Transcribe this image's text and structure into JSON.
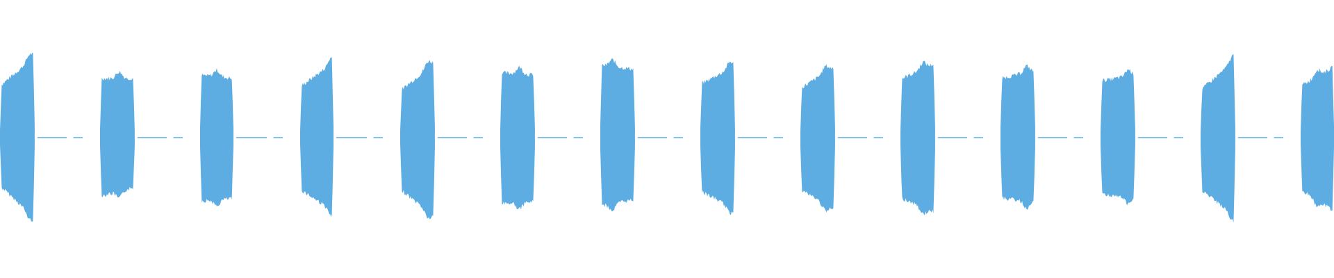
{
  "waveform": {
    "color": "#5dade2",
    "background": "#ffffff",
    "baseline": 0,
    "pattern": "burst-gap",
    "bursts": [
      {
        "start": 0.0,
        "end": 0.026,
        "top_left": 0.62,
        "top_right": 0.97,
        "bottom_left": 0.58,
        "bottom_right": 0.96,
        "peak_frac": 0.85
      },
      {
        "start": 0.075,
        "end": 0.101,
        "top_left": 0.71,
        "top_right": 0.71,
        "bottom_left": 0.7,
        "bottom_right": 0.6,
        "peak_frac": 0.55
      },
      {
        "start": 0.15,
        "end": 0.175,
        "top_left": 0.75,
        "top_right": 0.71,
        "bottom_left": 0.76,
        "bottom_right": 0.73,
        "peak_frac": 0.5
      },
      {
        "start": 0.225,
        "end": 0.25,
        "top_left": 0.61,
        "top_right": 0.9,
        "bottom_left": 0.62,
        "bottom_right": 0.88,
        "peak_frac": 0.92
      },
      {
        "start": 0.3,
        "end": 0.326,
        "top_left": 0.56,
        "top_right": 0.9,
        "bottom_left": 0.62,
        "bottom_right": 0.95,
        "peak_frac": 0.8
      },
      {
        "start": 0.375,
        "end": 0.401,
        "top_left": 0.78,
        "top_right": 0.75,
        "bottom_left": 0.79,
        "bottom_right": 0.77,
        "peak_frac": 0.55
      },
      {
        "start": 0.45,
        "end": 0.476,
        "top_left": 0.87,
        "top_right": 0.82,
        "bottom_left": 0.82,
        "bottom_right": 0.74,
        "peak_frac": 0.35
      },
      {
        "start": 0.525,
        "end": 0.551,
        "top_left": 0.64,
        "top_right": 0.86,
        "bottom_left": 0.64,
        "bottom_right": 0.86,
        "peak_frac": 0.85
      },
      {
        "start": 0.6,
        "end": 0.626,
        "top_left": 0.59,
        "top_right": 0.85,
        "bottom_left": 0.62,
        "bottom_right": 0.87,
        "peak_frac": 0.72
      },
      {
        "start": 0.675,
        "end": 0.701,
        "top_left": 0.7,
        "top_right": 0.89,
        "bottom_left": 0.72,
        "bottom_right": 0.9,
        "peak_frac": 0.65
      },
      {
        "start": 0.75,
        "end": 0.776,
        "top_left": 0.71,
        "top_right": 0.8,
        "bottom_left": 0.72,
        "bottom_right": 0.78,
        "peak_frac": 0.75
      },
      {
        "start": 0.825,
        "end": 0.851,
        "top_left": 0.68,
        "top_right": 0.75,
        "bottom_left": 0.68,
        "bottom_right": 0.73,
        "peak_frac": 0.8
      },
      {
        "start": 0.9,
        "end": 0.926,
        "top_left": 0.57,
        "top_right": 0.93,
        "bottom_left": 0.62,
        "bottom_right": 0.95,
        "peak_frac": 0.92
      },
      {
        "start": 0.975,
        "end": 1.0,
        "top_left": 0.62,
        "top_right": 0.85,
        "bottom_left": 0.62,
        "bottom_right": 0.88,
        "peak_frac": 0.5
      }
    ],
    "gap_dashes": [
      {
        "start": 0.028,
        "end": 0.05
      },
      {
        "start": 0.055,
        "end": 0.062
      },
      {
        "start": 0.103,
        "end": 0.125
      },
      {
        "start": 0.13,
        "end": 0.137
      },
      {
        "start": 0.177,
        "end": 0.2
      },
      {
        "start": 0.205,
        "end": 0.212
      },
      {
        "start": 0.252,
        "end": 0.275
      },
      {
        "start": 0.28,
        "end": 0.287
      },
      {
        "start": 0.328,
        "end": 0.35
      },
      {
        "start": 0.355,
        "end": 0.362
      },
      {
        "start": 0.403,
        "end": 0.425
      },
      {
        "start": 0.43,
        "end": 0.437
      },
      {
        "start": 0.478,
        "end": 0.5
      },
      {
        "start": 0.505,
        "end": 0.512
      },
      {
        "start": 0.553,
        "end": 0.575
      },
      {
        "start": 0.58,
        "end": 0.587
      },
      {
        "start": 0.628,
        "end": 0.65
      },
      {
        "start": 0.655,
        "end": 0.662
      },
      {
        "start": 0.703,
        "end": 0.725
      },
      {
        "start": 0.73,
        "end": 0.737
      },
      {
        "start": 0.778,
        "end": 0.8
      },
      {
        "start": 0.805,
        "end": 0.812
      },
      {
        "start": 0.853,
        "end": 0.875
      },
      {
        "start": 0.88,
        "end": 0.887
      },
      {
        "start": 0.928,
        "end": 0.95
      },
      {
        "start": 0.955,
        "end": 0.962
      }
    ]
  }
}
